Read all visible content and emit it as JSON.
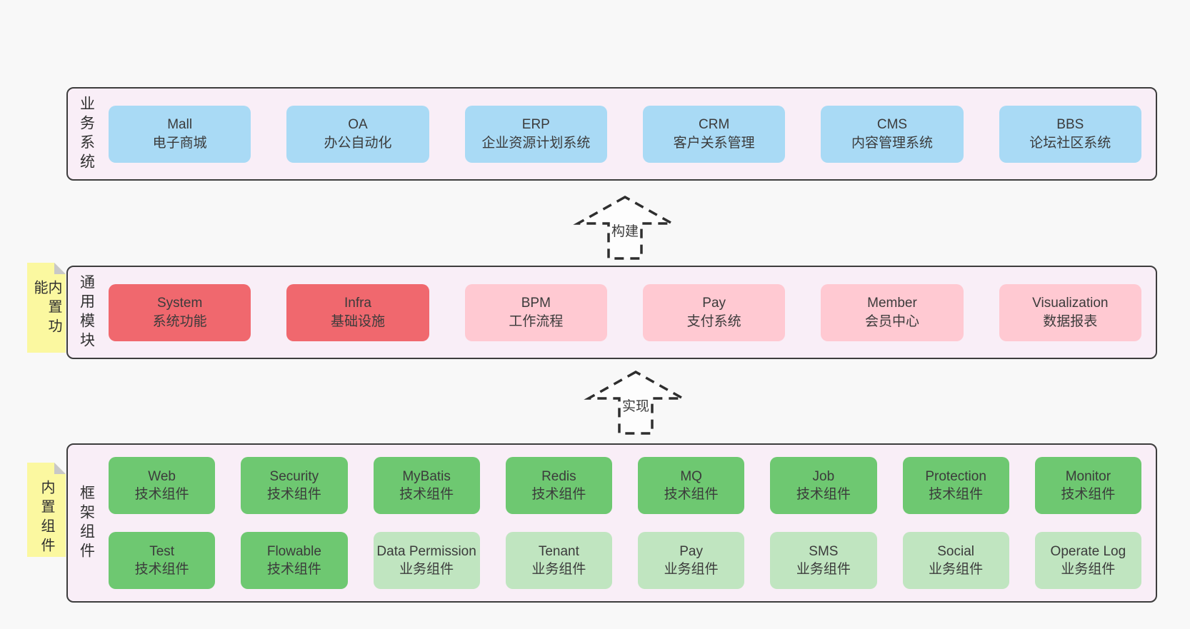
{
  "diagram_title": "",
  "colors": {
    "background": "#f8f8f8",
    "container_fill": "#f9eef7",
    "container_border": "#3d3d3d",
    "blue_box": "#a9daf5",
    "red_box": "#f0686e",
    "pink_box": "#ffc9d2",
    "green_dark_box": "#6ec871",
    "green_light_box": "#c0e5c0",
    "note_yellow": "#fbf8a0",
    "note_fold_gray": "#c8c8c8",
    "arrow_stroke": "#2e2e2e",
    "text": "#3b3b3b"
  },
  "arrows": {
    "build": "构建",
    "implement": "实现"
  },
  "layers": {
    "business": {
      "side_label": "业务系统",
      "boxes": [
        {
          "title": "Mall",
          "subtitle": "电子商城"
        },
        {
          "title": "OA",
          "subtitle": "办公自动化"
        },
        {
          "title": "ERP",
          "subtitle": "企业资源计划系统"
        },
        {
          "title": "CRM",
          "subtitle": "客户关系管理"
        },
        {
          "title": "CMS",
          "subtitle": "内容管理系统"
        },
        {
          "title": "BBS",
          "subtitle": "论坛社区系统"
        }
      ]
    },
    "modules": {
      "side_label": "通用模块",
      "note": "内置功能",
      "boxes": [
        {
          "title": "System",
          "subtitle": "系统功能",
          "variant": "red"
        },
        {
          "title": "Infra",
          "subtitle": "基础设施",
          "variant": "red"
        },
        {
          "title": "BPM",
          "subtitle": "工作流程",
          "variant": "pink"
        },
        {
          "title": "Pay",
          "subtitle": "支付系统",
          "variant": "pink"
        },
        {
          "title": "Member",
          "subtitle": "会员中心",
          "variant": "pink"
        },
        {
          "title": "Visualization",
          "subtitle": "数据报表",
          "variant": "pink"
        }
      ]
    },
    "components": {
      "side_label": "框架组件",
      "note": "内置组件",
      "row1": [
        {
          "title": "Web",
          "subtitle": "技术组件",
          "variant": "green-dark"
        },
        {
          "title": "Security",
          "subtitle": "技术组件",
          "variant": "green-dark"
        },
        {
          "title": "MyBatis",
          "subtitle": "技术组件",
          "variant": "green-dark"
        },
        {
          "title": "Redis",
          "subtitle": "技术组件",
          "variant": "green-dark"
        },
        {
          "title": "MQ",
          "subtitle": "技术组件",
          "variant": "green-dark"
        },
        {
          "title": "Job",
          "subtitle": "技术组件",
          "variant": "green-dark"
        },
        {
          "title": "Protection",
          "subtitle": "技术组件",
          "variant": "green-dark"
        },
        {
          "title": "Monitor",
          "subtitle": "技术组件",
          "variant": "green-dark"
        }
      ],
      "row2": [
        {
          "title": "Test",
          "subtitle": "技术组件",
          "variant": "green-dark"
        },
        {
          "title": "Flowable",
          "subtitle": "技术组件",
          "variant": "green-dark"
        },
        {
          "title": "Data Permission",
          "subtitle": "业务组件",
          "variant": "green-light"
        },
        {
          "title": "Tenant",
          "subtitle": "业务组件",
          "variant": "green-light"
        },
        {
          "title": "Pay",
          "subtitle": "业务组件",
          "variant": "green-light"
        },
        {
          "title": "SMS",
          "subtitle": "业务组件",
          "variant": "green-light"
        },
        {
          "title": "Social",
          "subtitle": "业务组件",
          "variant": "green-light"
        },
        {
          "title": "Operate Log",
          "subtitle": "业务组件",
          "variant": "green-light"
        }
      ]
    }
  }
}
